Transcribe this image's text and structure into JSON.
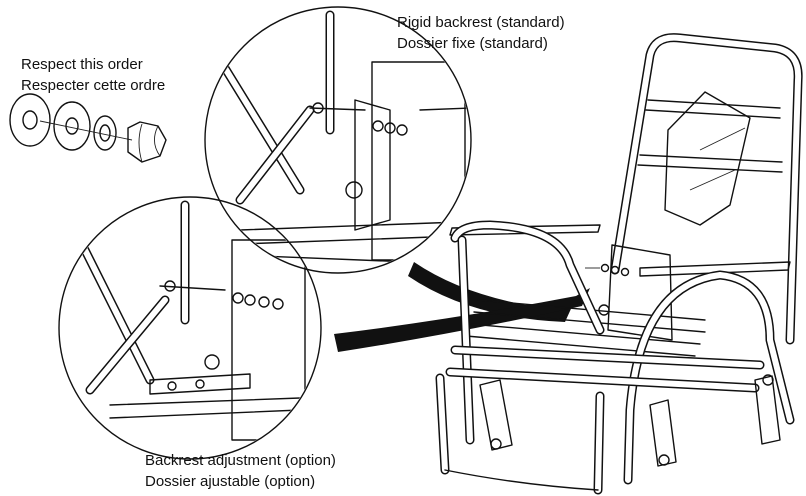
{
  "labels": {
    "order_en": "Respect this order",
    "order_fr": "Respecter cette ordre",
    "rigid_en": "Rigid backrest (standard)",
    "rigid_fr": "Dossier fixe (standard)",
    "adjust_en": "Backrest adjustment (option)",
    "adjust_fr": "Dossier ajustable (option)"
  },
  "colors": {
    "ink": "#111111",
    "background": "#ffffff"
  },
  "icons": [
    "washer-icon",
    "lock-washer-icon",
    "hex-nut-icon",
    "pointer-arrow-icon"
  ]
}
